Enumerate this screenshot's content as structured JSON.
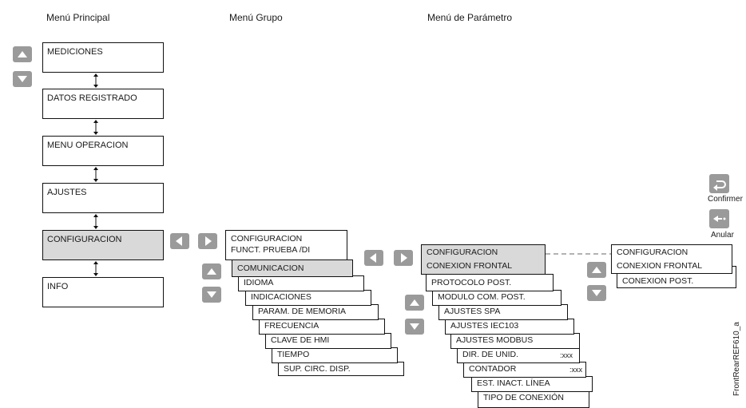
{
  "headers": {
    "main_menu": "Menú Principal",
    "group_menu": "Menú Grupo",
    "param_menu": "Menú de Parámetro"
  },
  "main_menu": {
    "items": [
      "MEDICIONES",
      "DATOS REGISTRADO",
      "MENU OPERACION",
      "AJUSTES",
      "CONFIGURACION",
      "INFO"
    ],
    "selected": "CONFIGURACION"
  },
  "group_menu": {
    "header_lines": [
      "CONFIGURACION",
      "FUNCT. PRUEBA /DI"
    ],
    "items": [
      "COMUNICACION",
      "IDIOMA",
      "INDICACIONES",
      "PARAM. DE MEMORIA",
      "FRECUENCIA",
      "CLAVE DE HMI",
      "TIEMPO",
      "SUP. CIRC. DISP."
    ],
    "selected": "COMUNICACION"
  },
  "param_menu": {
    "header_lines": [
      "CONFIGURACION",
      "CONEXION FRONTAL"
    ],
    "items": [
      "PROTOCOLO POST.",
      "MODULO COM. POST.",
      "AJUSTES SPA",
      "AJUSTES IEC103",
      "AJUSTES  MODBUS",
      "DIR. DE UNID.",
      "CONTADOR",
      "EST. INACT. LÍNEA",
      "TIPO DE CONEXIÓN"
    ],
    "values": {
      "unit_address": ":xxx",
      "counter": ":xxx"
    }
  },
  "detail_menu": {
    "lines": [
      "CONFIGURACION",
      "CONEXION FRONTAL",
      "CONEXION POST."
    ]
  },
  "actions": {
    "confirm": "Confirmer",
    "cancel": "Anular"
  },
  "figure_id": "FrontRearREF610_a",
  "colors": {
    "button": "#9a9a9a",
    "selected": "#d9d9d9",
    "border": "#111111"
  }
}
